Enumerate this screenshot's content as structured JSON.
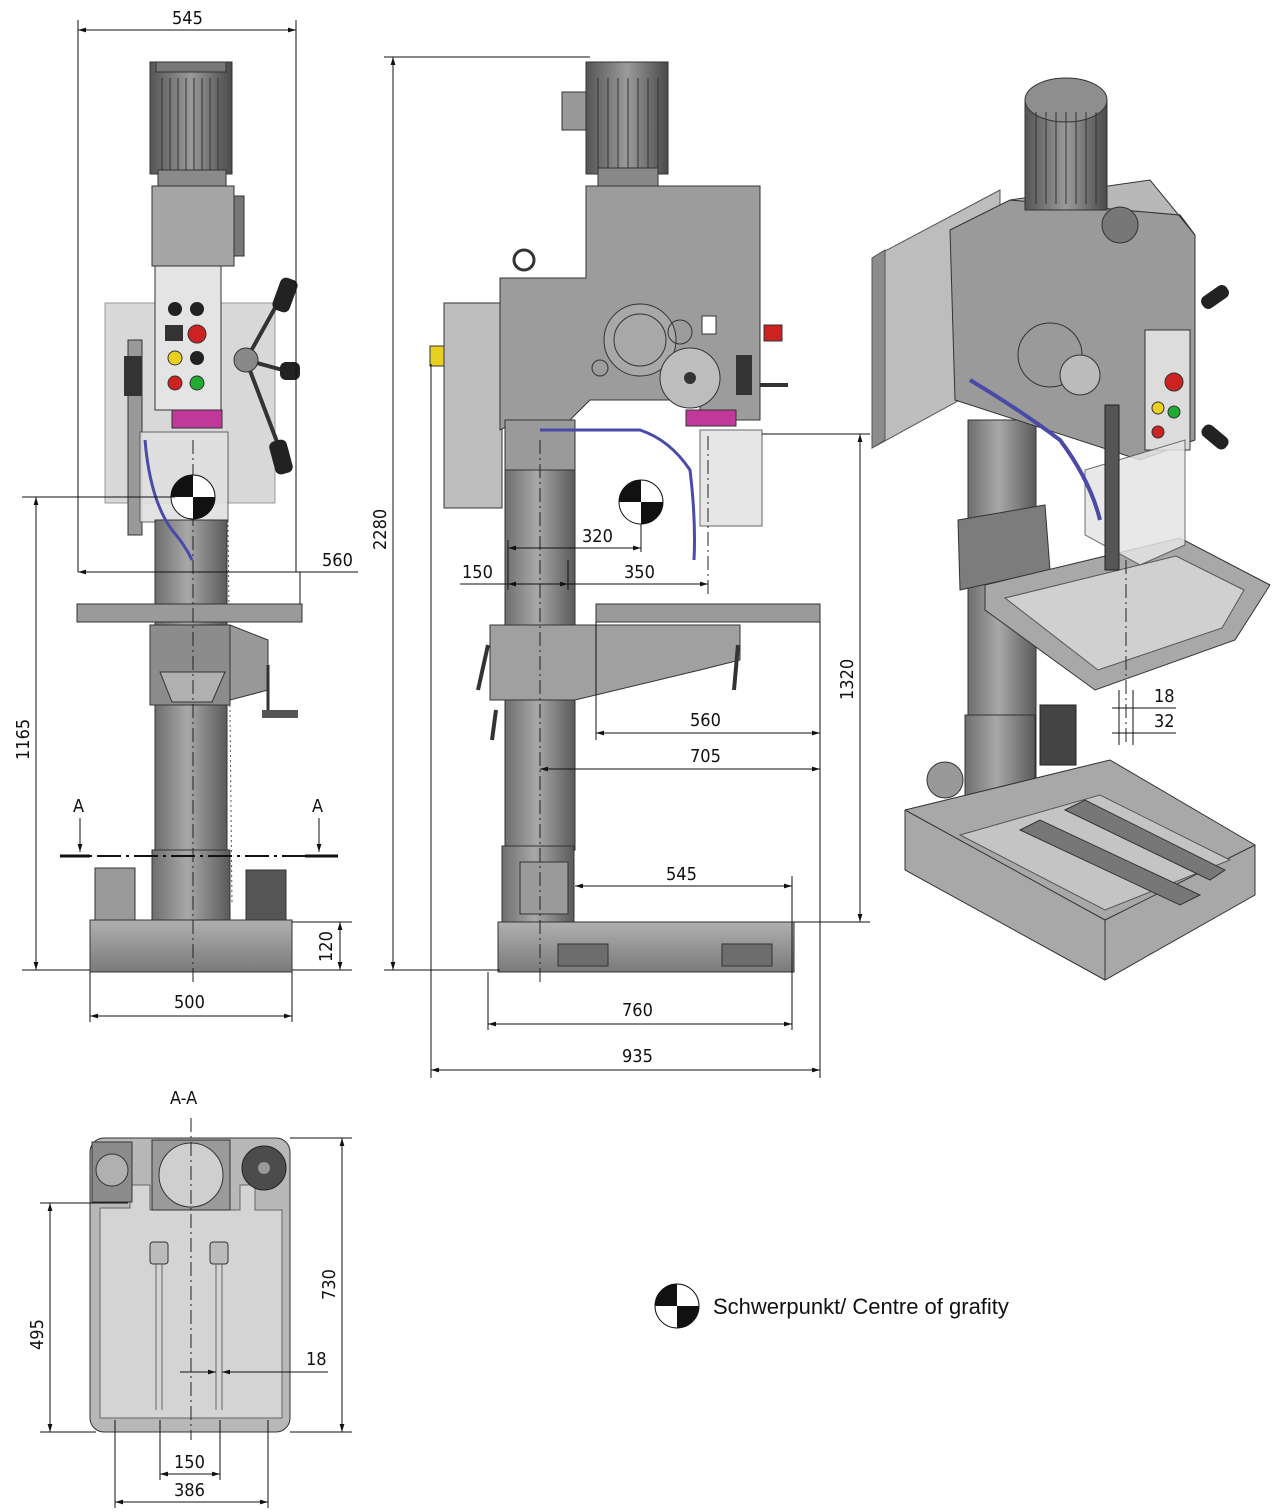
{
  "front_view": {
    "dim_width_top": "545",
    "dim_table_width": "560",
    "dim_height_cg": "1165",
    "dim_base_height": "120",
    "dim_base_width": "500",
    "section_mark_left": "A",
    "section_mark_right": "A"
  },
  "side_view": {
    "dim_total_height": "2280",
    "dim_cg_offset": "320",
    "dim_column_offset": "150",
    "dim_spindle_offset": "350",
    "dim_table_depth": "560",
    "dim_spindle_to_table": "705",
    "dim_base_inner": "545",
    "dim_spindle_to_base": "1320",
    "dim_base_length": "760",
    "dim_total_depth": "935"
  },
  "iso_view": {
    "dim_slot_18": "18",
    "dim_slot_32": "32"
  },
  "section_view": {
    "title": "A-A",
    "dim_depth": "730",
    "dim_slot_center": "495",
    "dim_slot_width": "18",
    "dim_slot_spacing": "150",
    "dim_base_width": "386"
  },
  "legend": {
    "label": "Schwerpunkt/ Centre of grafity"
  },
  "colors": {
    "machine_gray": "#9a9a9a",
    "dark_gray": "#5e5e5e",
    "panel_light": "#dcdcdc",
    "accent_magenta": "#c0389a",
    "coolant_blue": "#4a4aa8",
    "button_red": "#cc2222",
    "button_yellow": "#e8d020",
    "button_green": "#22aa33"
  }
}
